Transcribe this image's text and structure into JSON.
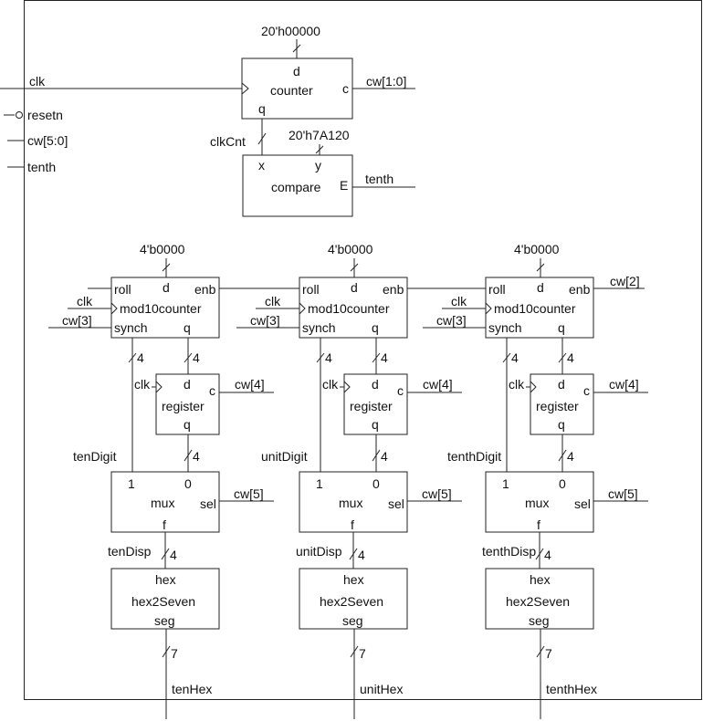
{
  "inputs": {
    "clk": "clk",
    "resetn": "resetn",
    "cw": "cw[5:0]",
    "tenth": "tenth"
  },
  "counter": {
    "const": "20'h00000",
    "d": "d",
    "title": "counter",
    "c": "c",
    "q": "q",
    "c_signal": "cw[1:0]",
    "q_signal": "clkCnt"
  },
  "compare": {
    "const": "20'h7A120",
    "x": "x",
    "y": "y",
    "title": "compare",
    "e": "E",
    "e_signal": "tenth"
  },
  "columns": [
    {
      "const": "4'b0000",
      "roll": "roll",
      "d": "d",
      "enb": "enb",
      "clk": "clk",
      "counter_title": "mod10counter",
      "synch": "synch",
      "q": "q",
      "synch_signal": "cw[3]",
      "enb_signal": "",
      "bus_left": "4",
      "bus_right": "4",
      "reg_clk": "clk",
      "reg_d": "d",
      "reg_c": "c",
      "reg_title": "register",
      "reg_q": "q",
      "reg_c_signal": "cw[4]",
      "bus_reg": "4",
      "digit": "tenDigit",
      "mux_1": "1",
      "mux_0": "0",
      "mux_title": "mux",
      "mux_sel": "sel",
      "mux_f": "f",
      "mux_sel_signal": "cw[5]",
      "disp": "tenDisp",
      "bus_disp": "4",
      "hex_in": "hex",
      "hex_title": "hex2Seven",
      "hex_seg": "seg",
      "bus_out": "7",
      "out": "tenHex"
    },
    {
      "const": "4'b0000",
      "roll": "roll",
      "d": "d",
      "enb": "enb",
      "clk": "clk",
      "counter_title": "mod10counter",
      "synch": "synch",
      "q": "q",
      "synch_signal": "cw[3]",
      "enb_signal": "",
      "bus_left": "4",
      "bus_right": "4",
      "reg_clk": "clk",
      "reg_d": "d",
      "reg_c": "c",
      "reg_title": "register",
      "reg_q": "q",
      "reg_c_signal": "cw[4]",
      "bus_reg": "4",
      "digit": "unitDigit",
      "mux_1": "1",
      "mux_0": "0",
      "mux_title": "mux",
      "mux_sel": "sel",
      "mux_f": "f",
      "mux_sel_signal": "cw[5]",
      "disp": "unitDisp",
      "bus_disp": "4",
      "hex_in": "hex",
      "hex_title": "hex2Seven",
      "hex_seg": "seg",
      "bus_out": "7",
      "out": "unitHex"
    },
    {
      "const": "4'b0000",
      "roll": "roll",
      "d": "d",
      "enb": "enb",
      "clk": "clk",
      "counter_title": "mod10counter",
      "synch": "synch",
      "q": "q",
      "synch_signal": "cw[3]",
      "enb_signal": "cw[2]",
      "bus_left": "4",
      "bus_right": "4",
      "reg_clk": "clk",
      "reg_d": "d",
      "reg_c": "c",
      "reg_title": "register",
      "reg_q": "q",
      "reg_c_signal": "cw[4]",
      "bus_reg": "4",
      "digit": "tenthDigit",
      "mux_1": "1",
      "mux_0": "0",
      "mux_title": "mux",
      "mux_sel": "sel",
      "mux_f": "f",
      "mux_sel_signal": "cw[5]",
      "disp": "tenthDisp",
      "bus_disp": "4",
      "hex_in": "hex",
      "hex_title": "hex2Seven",
      "hex_seg": "seg",
      "bus_out": "7",
      "out": "tenthHex"
    }
  ]
}
